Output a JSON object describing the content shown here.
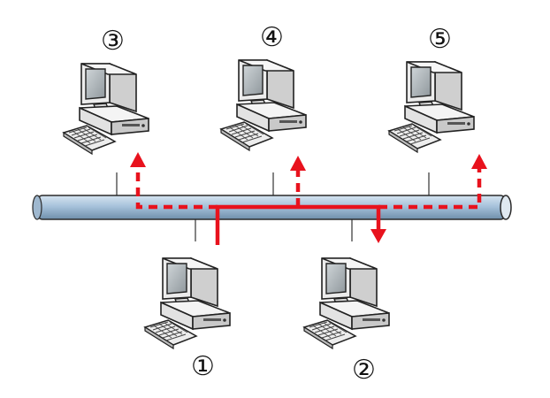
{
  "labels": {
    "pc1": "①",
    "pc2": "②",
    "pc3": "③",
    "pc4": "④",
    "pc5": "⑤"
  },
  "colors": {
    "bus_fill": "#a7c2db",
    "bus_outline": "#2a2a2a",
    "signal": "#e8121d",
    "computer_body": "#e8e8e8",
    "computer_outline": "#222222"
  },
  "icons": {
    "computer": "desktop-computer-icon",
    "arrow": "arrowhead"
  }
}
